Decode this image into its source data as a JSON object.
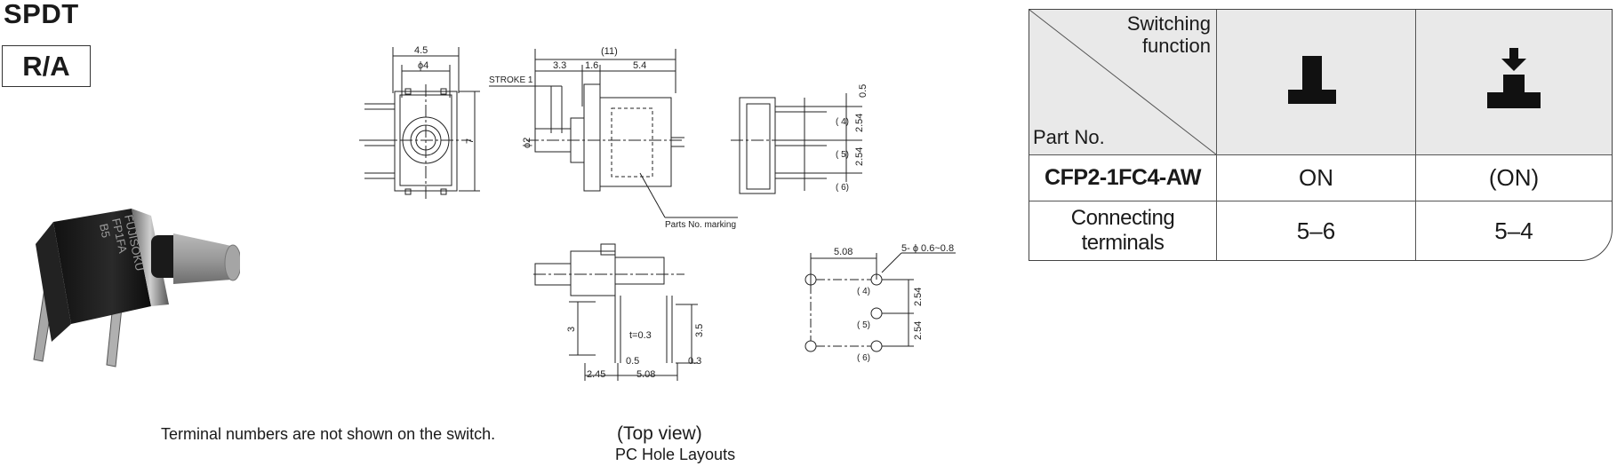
{
  "header": {
    "title": "SPDT",
    "orientation": "R/A"
  },
  "notes": {
    "terminal_note": "Terminal numbers are not shown on the switch.",
    "top_view": "(Top view)",
    "pc_layout": "PC Hole Layouts"
  },
  "drawing": {
    "dim_4_5": "4.5",
    "dim_phi4": "ϕ4",
    "dim_7": "7",
    "stroke": "STROKE 1",
    "dim_11": "(11)",
    "dim_3_3": "3.3",
    "dim_1_6": "1.6",
    "dim_5_4": "5.4",
    "dim_phi2": "ϕ2",
    "marking": "Parts No. marking",
    "dim_0_5": "0.5",
    "dim_2_54": "2.54",
    "term_4": "( 4)",
    "term_5": "( 5)",
    "term_6": "( 6)",
    "dim_3": "3",
    "dim_t": "t=0.3",
    "dim_3_5": "3.5",
    "dim_0_5b": "0.5",
    "dim_0_3": "0.3",
    "dim_2_45": "2.45",
    "dim_5_08": "5.08",
    "hole_dia": "5- ϕ 0.6~0.8"
  },
  "table": {
    "switching_function": "Switching function",
    "part_no_label": "Part No.",
    "icons": [
      "plunger-released-icon",
      "plunger-pressed-icon"
    ],
    "rows": [
      {
        "label": "CFP2-1FC4-AW",
        "col1": "ON",
        "col2": "(ON)"
      },
      {
        "label": "Connecting terminals",
        "col1": "5–6",
        "col2": "5–4"
      }
    ]
  },
  "photo": {
    "marking_line1": "FUJISOKU",
    "marking_line2": "FP1FA",
    "marking_line3": "B5"
  }
}
